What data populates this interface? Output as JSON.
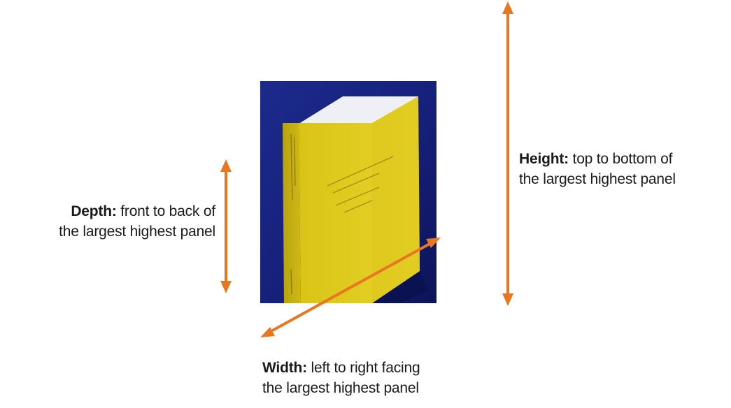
{
  "diagram": {
    "subject": "book",
    "arrow_color": "#E87722",
    "depth": {
      "term": "Depth:",
      "line1_rest": " front to back of",
      "line2": "the largest highest panel"
    },
    "height": {
      "term": "Height:",
      "line1_rest": " top to bottom of",
      "line2": "the largest highest panel"
    },
    "width": {
      "term": "Width:",
      "line1_rest": " left to right facing",
      "line2": "the largest highest panel"
    }
  }
}
